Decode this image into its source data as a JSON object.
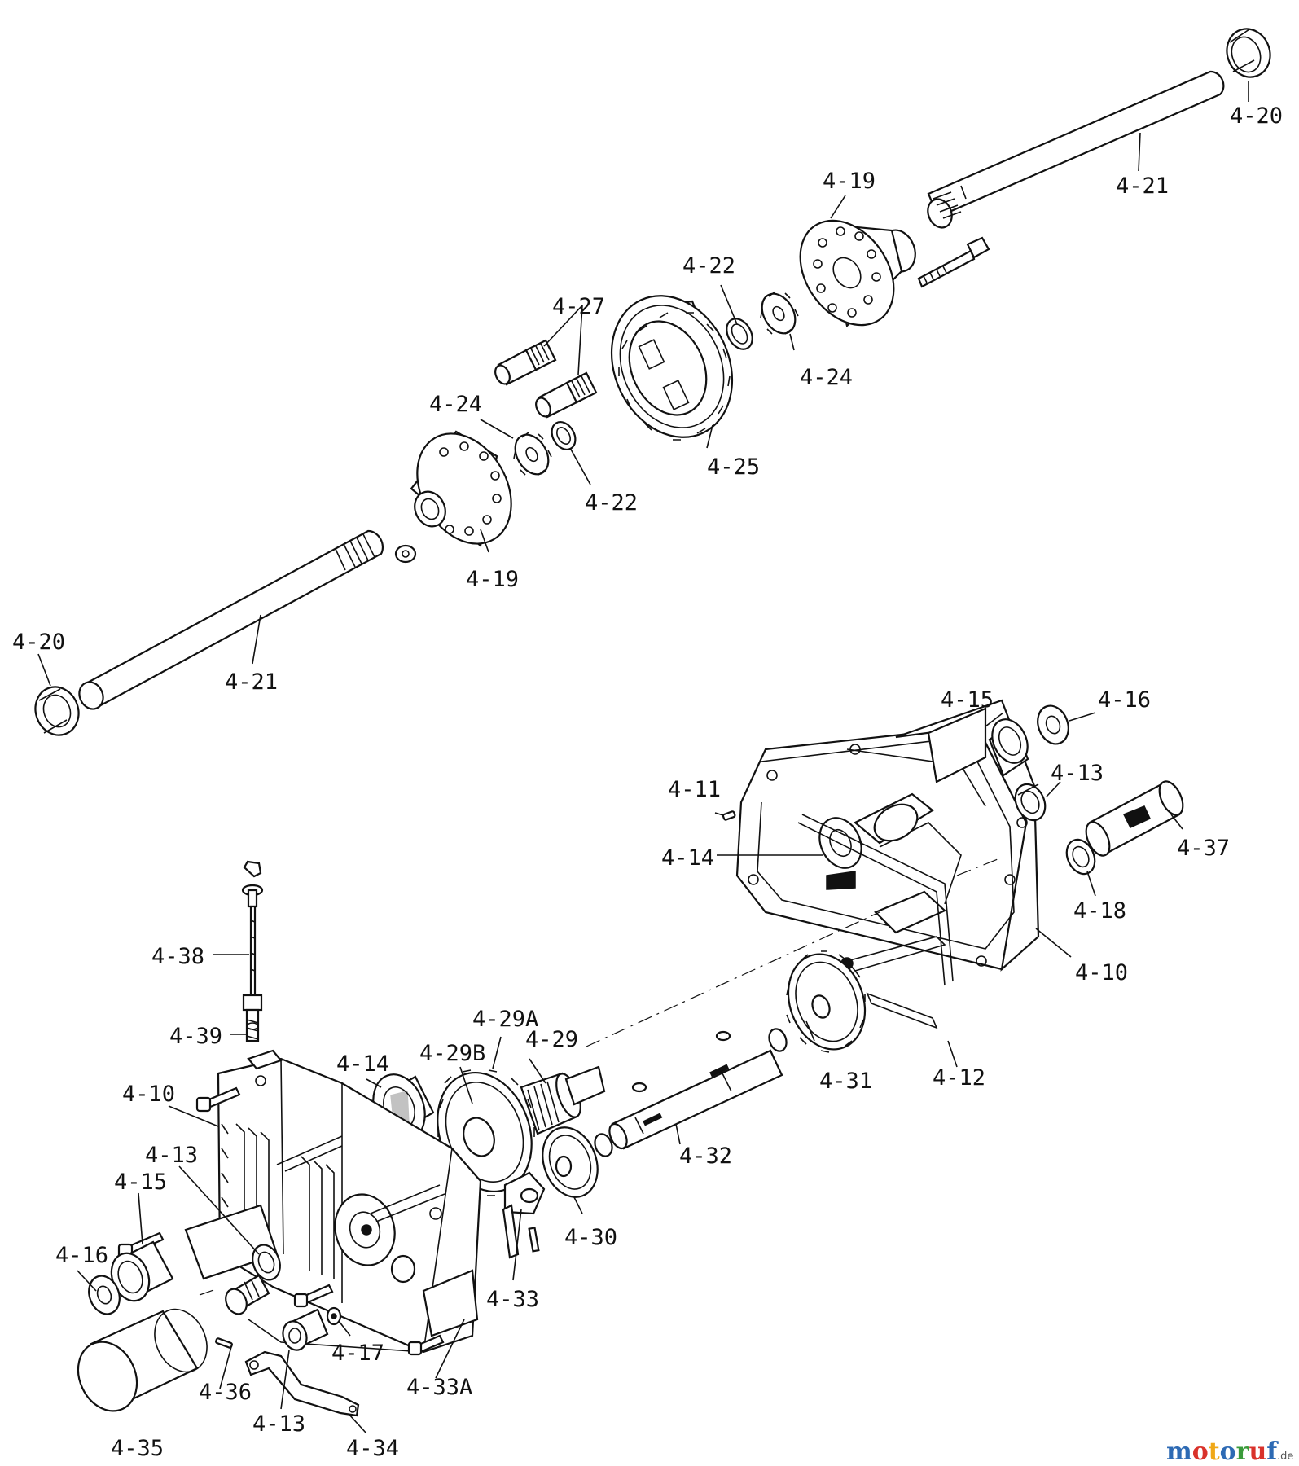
{
  "part_labels": [
    {
      "id": "l01",
      "text": "4-20"
    },
    {
      "id": "l02",
      "text": "4-21"
    },
    {
      "id": "l03",
      "text": "4-19"
    },
    {
      "id": "l04",
      "text": "4-22"
    },
    {
      "id": "l05",
      "text": "4-24"
    },
    {
      "id": "l06",
      "text": "4-27"
    },
    {
      "id": "l07",
      "text": "4-24"
    },
    {
      "id": "l08",
      "text": "4-25"
    },
    {
      "id": "l09",
      "text": "4-22"
    },
    {
      "id": "l10",
      "text": "4-19"
    },
    {
      "id": "l11",
      "text": "4-20"
    },
    {
      "id": "l12",
      "text": "4-21"
    },
    {
      "id": "l13",
      "text": "4-15"
    },
    {
      "id": "l14",
      "text": "4-16"
    },
    {
      "id": "l15",
      "text": "4-13"
    },
    {
      "id": "l16",
      "text": "4-11"
    },
    {
      "id": "l17",
      "text": "4-14"
    },
    {
      "id": "l18",
      "text": "4-37"
    },
    {
      "id": "l19",
      "text": "4-18"
    },
    {
      "id": "l20",
      "text": "4-10"
    },
    {
      "id": "l21",
      "text": "4-38"
    },
    {
      "id": "l22",
      "text": "4-29A"
    },
    {
      "id": "l23",
      "text": "4-39"
    },
    {
      "id": "l24",
      "text": "4-29B"
    },
    {
      "id": "l25",
      "text": "4-29"
    },
    {
      "id": "l26",
      "text": "4-14"
    },
    {
      "id": "l27",
      "text": "4-10"
    },
    {
      "id": "l28",
      "text": "4-31"
    },
    {
      "id": "l29",
      "text": "4-12"
    },
    {
      "id": "l30",
      "text": "4-13"
    },
    {
      "id": "l31",
      "text": "4-32"
    },
    {
      "id": "l32",
      "text": "4-15"
    },
    {
      "id": "l33",
      "text": "4-16"
    },
    {
      "id": "l34",
      "text": "4-30"
    },
    {
      "id": "l35",
      "text": "4-33"
    },
    {
      "id": "l36",
      "text": "4-17"
    },
    {
      "id": "l37",
      "text": "4-36"
    },
    {
      "id": "l38",
      "text": "4-33A"
    },
    {
      "id": "l39",
      "text": "4-13"
    },
    {
      "id": "l40",
      "text": "4-35"
    },
    {
      "id": "l41",
      "text": "4-34"
    }
  ],
  "watermark": {
    "letters": [
      "m",
      "o",
      "t",
      "o",
      "r",
      "u",
      "f"
    ],
    "letter_colors": [
      "#2d6ab4",
      "#d9322b",
      "#f0a818",
      "#2d6ab4",
      "#3a9b3a",
      "#d9322b",
      "#2d6ab4"
    ],
    "suffix": ".de"
  }
}
